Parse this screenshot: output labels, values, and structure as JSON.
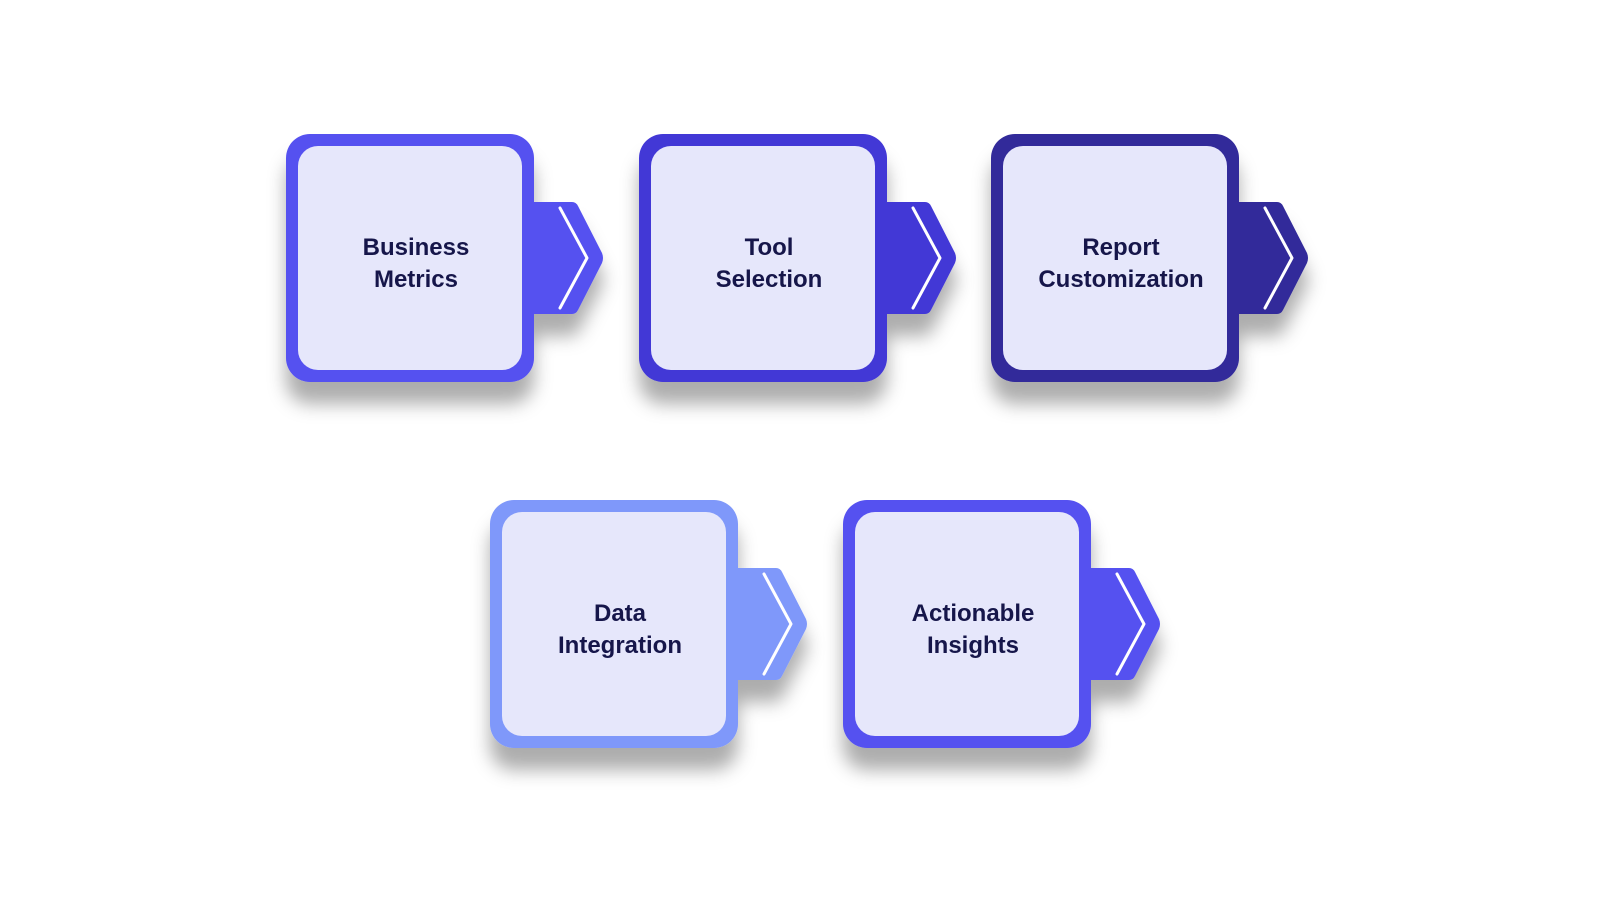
{
  "steps": [
    {
      "line1": "Business",
      "line2": "Metrics",
      "color": "#5551f0"
    },
    {
      "line1": "Tool",
      "line2": "Selection",
      "color": "#4337d6"
    },
    {
      "line1": "Report",
      "line2": "Customization",
      "color": "#30299a"
    },
    {
      "line1": "Data",
      "line2": "Integration",
      "color": "#7f98fa"
    },
    {
      "line1": "Actionable",
      "line2": "Insights",
      "color": "#5551f0"
    }
  ],
  "colors": {
    "card_fill": "#e6e7fb",
    "text": "#16164a",
    "chevron_stroke": "#ffffff"
  }
}
